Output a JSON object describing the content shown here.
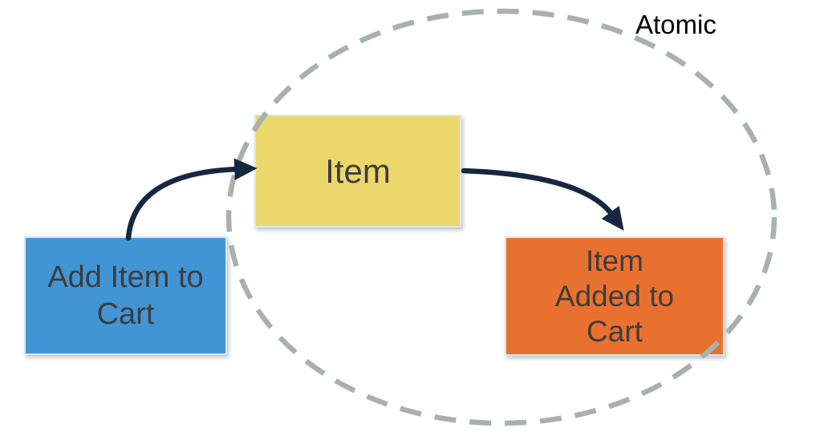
{
  "diagram": {
    "boundary": {
      "label": "Atomic",
      "shape": "dashed-ellipse",
      "stroke_color": "#a8b1af"
    },
    "nodes": [
      {
        "id": "command",
        "label": "Add Item to\nCart",
        "fill_color": "#4295d5",
        "text_color": "#3d3d3d"
      },
      {
        "id": "entity",
        "label": "Item",
        "fill_color": "#ecd76d",
        "text_color": "#3d3d3d"
      },
      {
        "id": "event",
        "label": "Item\nAdded to\nCart",
        "fill_color": "#e9712f",
        "text_color": "#3d3d3d"
      }
    ],
    "edges": [
      {
        "from": "command",
        "to": "entity",
        "color": "#15283f"
      },
      {
        "from": "entity",
        "to": "event",
        "color": "#15283f"
      }
    ]
  }
}
